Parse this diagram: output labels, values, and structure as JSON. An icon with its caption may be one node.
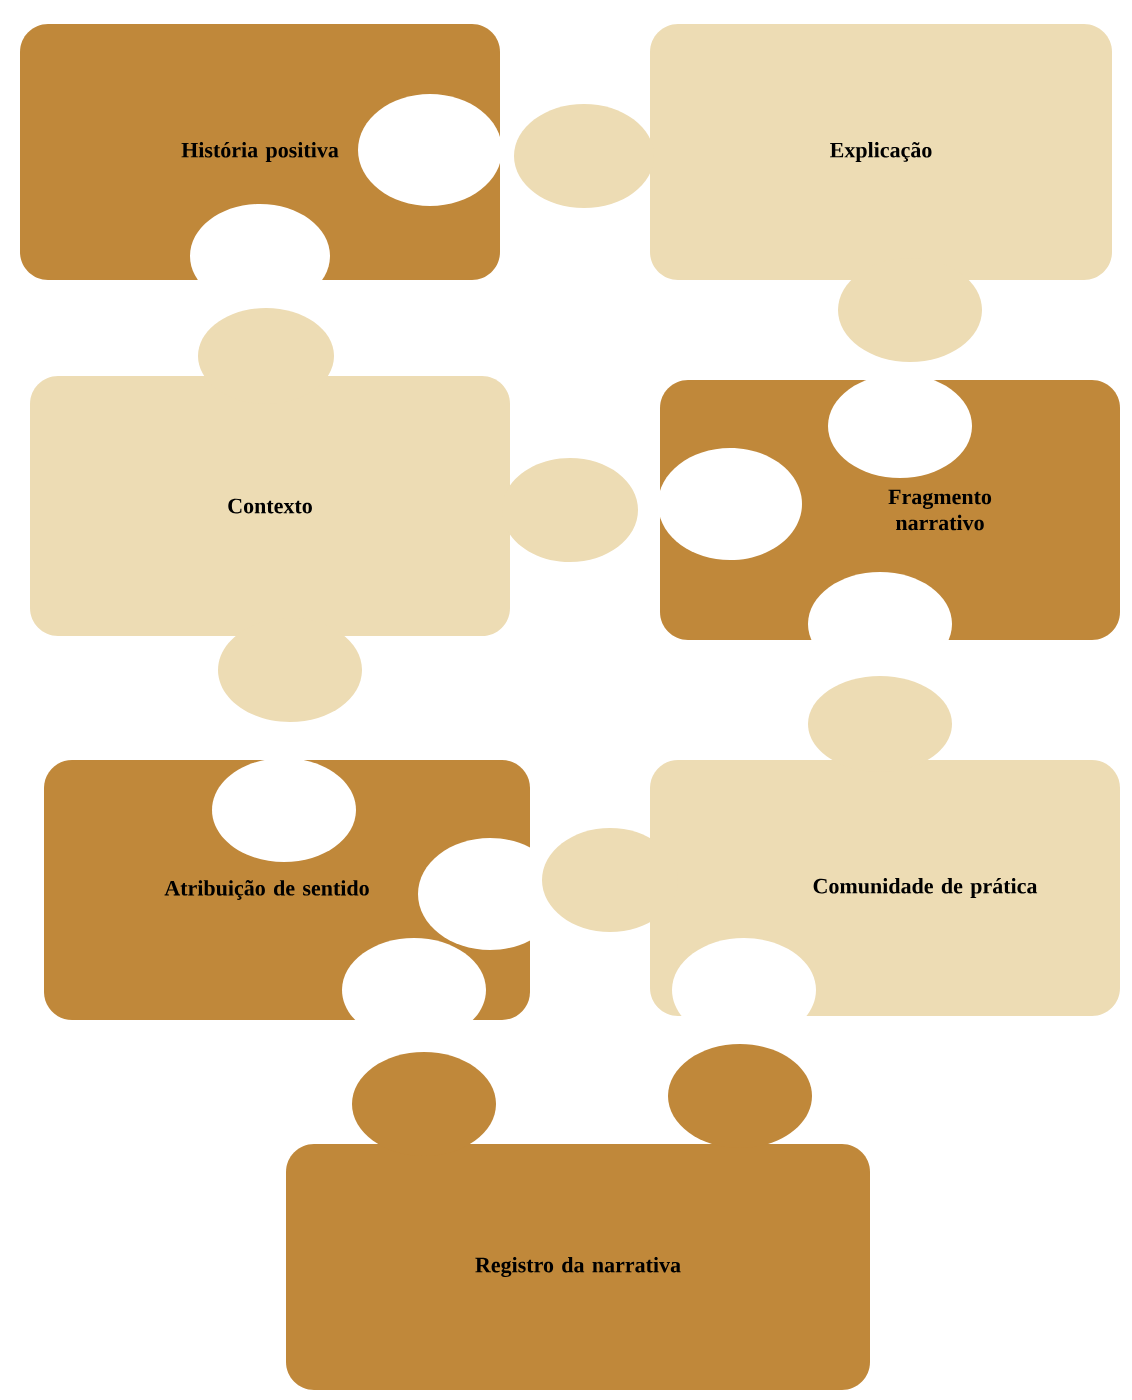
{
  "diagram": {
    "nodes": [
      {
        "text": [
          "História positiva"
        ]
      },
      {
        "text": [
          "Explicação"
        ]
      },
      {
        "text": [
          "Contexto"
        ]
      },
      {
        "text": [
          "Fragmento narrativo"
        ]
      },
      {
        "text": [
          "Atribuição de sentido"
        ]
      },
      {
        "text": [
          "Comunidade de prática"
        ]
      },
      {
        "text": [
          "Registro da narrativa"
        ]
      }
    ]
  }
}
